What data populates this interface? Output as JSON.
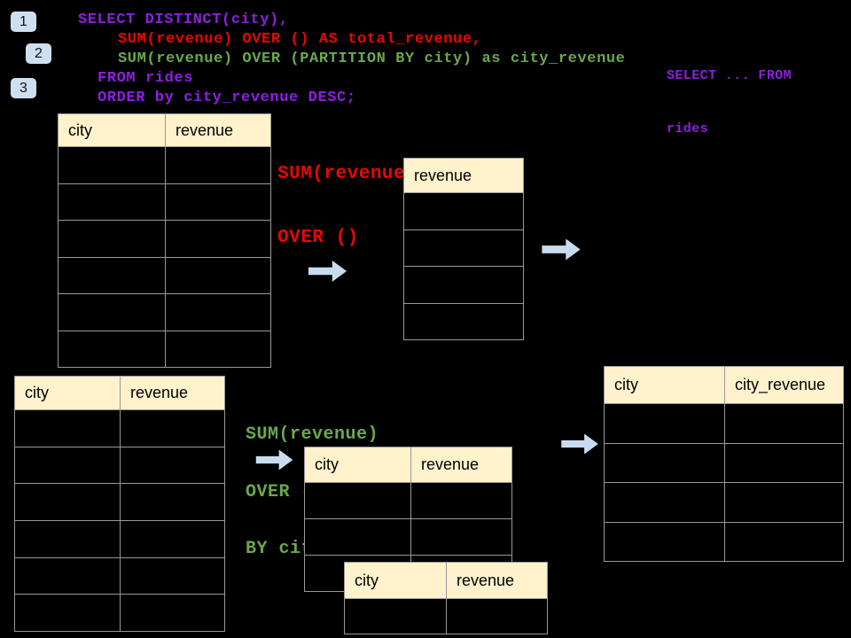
{
  "colors": {
    "background": "#000000",
    "code_purple": "#8E1FE0",
    "code_red": "#E90700",
    "code_green": "#6AA84F",
    "table_header_bg": "#FFF2CC",
    "table_border": "#999999",
    "arrow_blue": "#C8DCF0",
    "badge_bg": "#CDE0F2"
  },
  "badges": [
    {
      "label": "1"
    },
    {
      "label": "2"
    },
    {
      "label": "3"
    }
  ],
  "sql": {
    "lines": [
      {
        "text": "SELECT DISTINCT(city),"
      },
      {
        "text": "SUM(revenue) OVER () AS total_revenue,"
      },
      {
        "text": "SUM(revenue) OVER (PARTITION BY city) as city_revenue"
      },
      {
        "text": "FROM rides"
      },
      {
        "text": "ORDER by city_revenue DESC;"
      }
    ],
    "side_note": {
      "line1": "SELECT ... FROM",
      "line2": "rides"
    }
  },
  "annotations": {
    "total_label": {
      "line1": "SUM(revenue)",
      "line2": "OVER ()"
    },
    "partition_label": {
      "line1": "SUM(revenue)",
      "line2": "OVER (PARTITION",
      "line3": "BY city)"
    }
  },
  "tables": {
    "source_top": {
      "headers": [
        "city",
        "revenue"
      ]
    },
    "total_result": {
      "headers": [
        "revenue"
      ]
    },
    "source_bottom": {
      "headers": [
        "city",
        "revenue"
      ]
    },
    "partition_mid": {
      "headers": [
        "city",
        "revenue"
      ]
    },
    "partition_overlap": {
      "headers": [
        "city",
        "revenue"
      ]
    },
    "city_result": {
      "headers": [
        "city",
        "city_revenue"
      ]
    }
  }
}
